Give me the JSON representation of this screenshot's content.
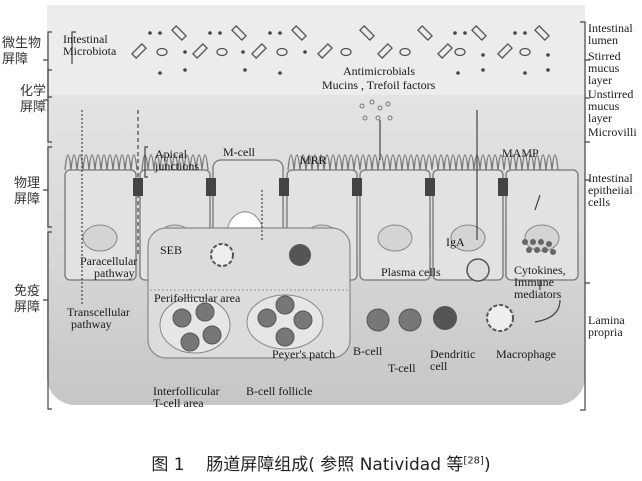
{
  "left_labels": {
    "microbial": [
      "微生物",
      "屏障"
    ],
    "chemical": [
      "化学",
      "屏障"
    ],
    "physical": [
      "物理",
      "屏障"
    ],
    "immune": [
      "免疫",
      "屏障"
    ]
  },
  "right_labels": {
    "lumen": [
      "Intestinal",
      "lumen"
    ],
    "stirred": [
      "Stirred",
      "mucus",
      "layer"
    ],
    "unstirred": [
      "Unstirred",
      "mucus",
      "layer"
    ],
    "microvilli": "Microvilli",
    "epithelial": [
      "Intestinal",
      "epitheiial",
      "cells"
    ],
    "lamina": [
      "Lamina",
      "propria"
    ]
  },
  "labels": {
    "microbiota": [
      "Intestinal",
      "Microbiota"
    ],
    "antimicrobials": "Antimicrobials",
    "mucins": "Mucins , Trefoil factors",
    "apical": [
      "Apical",
      "junctions"
    ],
    "mcell": "M-cell",
    "mrr": "MRR",
    "mamp": "MAMP",
    "seb": "SEB",
    "paracellular": [
      "Paracellular",
      "pathway"
    ],
    "transcellular": [
      "Transcellular",
      "pathway"
    ],
    "perifollicular": "Perifollicular area",
    "peyers": "Peyer's patch",
    "interfollicular": [
      "Interfollicular",
      "T-cell area"
    ],
    "bfollicle": "B-cell follicle",
    "bcell": "B-cell",
    "tcell": "T-cell",
    "dendritic": [
      "Dendritic",
      "cell"
    ],
    "macrophage": "Macrophage",
    "iga": "IgA",
    "plasma": "Plasma cells",
    "cytokines": [
      "Cytokines,",
      "Immune",
      "mediators"
    ]
  },
  "caption": {
    "fig": "图 1",
    "title": "肠道屏障组成( 参照 Natividad 等",
    "ref": "[28]",
    "close": ")"
  }
}
